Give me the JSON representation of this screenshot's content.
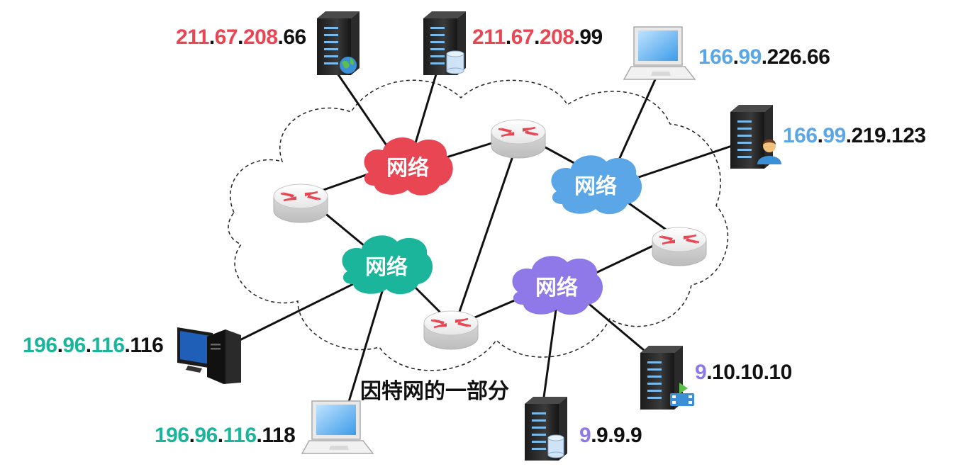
{
  "caption": "因特网的一部分",
  "colors": {
    "red": "#e84653",
    "teal": "#1ab59b",
    "blue": "#5aa6e6",
    "purple": "#8f79e8",
    "black": "#111111"
  },
  "networks": [
    {
      "id": "net-red",
      "label": "网络",
      "color": "#e84653"
    },
    {
      "id": "net-blue",
      "label": "网络",
      "color": "#5aa6e6"
    },
    {
      "id": "net-teal",
      "label": "网络",
      "color": "#1ab59b"
    },
    {
      "id": "net-purple",
      "label": "网络",
      "color": "#8f79e8"
    }
  ],
  "hosts": [
    {
      "id": "host-web-server",
      "icon": "web-server-icon",
      "ip": [
        {
          "t": "211",
          "c": "red"
        },
        {
          "t": ".",
          "c": "black"
        },
        {
          "t": "67",
          "c": "red"
        },
        {
          "t": ".",
          "c": "black"
        },
        {
          "t": "208",
          "c": "red"
        },
        {
          "t": ".66",
          "c": "black"
        }
      ]
    },
    {
      "id": "host-db-server",
      "icon": "database-server-icon",
      "ip": [
        {
          "t": "211",
          "c": "red"
        },
        {
          "t": ".",
          "c": "black"
        },
        {
          "t": "67",
          "c": "red"
        },
        {
          "t": ".",
          "c": "black"
        },
        {
          "t": "208",
          "c": "red"
        },
        {
          "t": ".99",
          "c": "black"
        }
      ]
    },
    {
      "id": "host-laptop-blue",
      "icon": "laptop-icon",
      "ip": [
        {
          "t": "166",
          "c": "blue"
        },
        {
          "t": ".",
          "c": "black"
        },
        {
          "t": "99",
          "c": "blue"
        },
        {
          "t": ".226.66",
          "c": "black"
        }
      ]
    },
    {
      "id": "host-user-server",
      "icon": "user-server-icon",
      "ip": [
        {
          "t": "166",
          "c": "blue"
        },
        {
          "t": ".",
          "c": "black"
        },
        {
          "t": "99",
          "c": "blue"
        },
        {
          "t": ".219.123",
          "c": "black"
        }
      ]
    },
    {
      "id": "host-desktop-teal",
      "icon": "desktop-computer-icon",
      "ip": [
        {
          "t": "196",
          "c": "teal"
        },
        {
          "t": ".",
          "c": "black"
        },
        {
          "t": "96",
          "c": "teal"
        },
        {
          "t": ".",
          "c": "black"
        },
        {
          "t": "116",
          "c": "teal"
        },
        {
          "t": ".116",
          "c": "black"
        }
      ]
    },
    {
      "id": "host-laptop-teal",
      "icon": "laptop-icon",
      "ip": [
        {
          "t": "196",
          "c": "teal"
        },
        {
          "t": ".",
          "c": "black"
        },
        {
          "t": "96",
          "c": "teal"
        },
        {
          "t": ".",
          "c": "black"
        },
        {
          "t": "116",
          "c": "teal"
        },
        {
          "t": ".118",
          "c": "black"
        }
      ]
    },
    {
      "id": "host-video-server",
      "icon": "video-server-icon",
      "ip": [
        {
          "t": "9",
          "c": "purple"
        },
        {
          "t": ".10.10.10",
          "c": "black"
        }
      ]
    },
    {
      "id": "host-db-server-purple",
      "icon": "database-server-icon",
      "ip": [
        {
          "t": "9",
          "c": "purple"
        },
        {
          "t": ".9.9.9",
          "c": "black"
        }
      ]
    }
  ],
  "routers": [
    "router-left",
    "router-top",
    "router-right",
    "router-bottom"
  ]
}
